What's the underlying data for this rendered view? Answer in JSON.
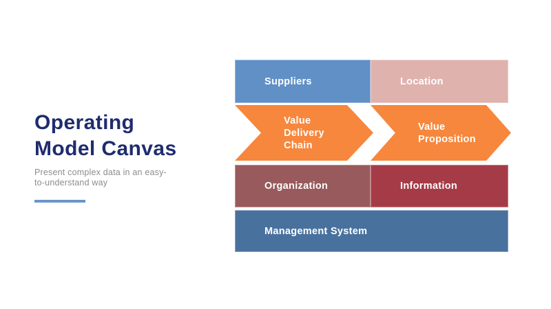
{
  "colors": {
    "title": "#1F2C6E",
    "subtitle": "#8C8C8C",
    "accent": "#6A94CB",
    "suppliers": "#6090C6",
    "location": "#DFB2AE",
    "orange": "#F6873D",
    "organization": "#985A5C",
    "information": "#A63B48",
    "management": "#49719E",
    "label_text": "#FFFFFF"
  },
  "left_panel": {
    "title_line1": "Operating",
    "title_line2": "Model Canvas",
    "subtitle_line1": "Present complex data in an easy-",
    "subtitle_line2": "to-understand way"
  },
  "canvas": {
    "suppliers": {
      "label": "Suppliers"
    },
    "location": {
      "label": "Location"
    },
    "value_delivery_chain": {
      "label": "Value Delivery Chain"
    },
    "value_proposition": {
      "label": "Value Proposition"
    },
    "organization": {
      "label": "Organization"
    },
    "information": {
      "label": "Information"
    },
    "management_system": {
      "label": "Management System"
    }
  }
}
